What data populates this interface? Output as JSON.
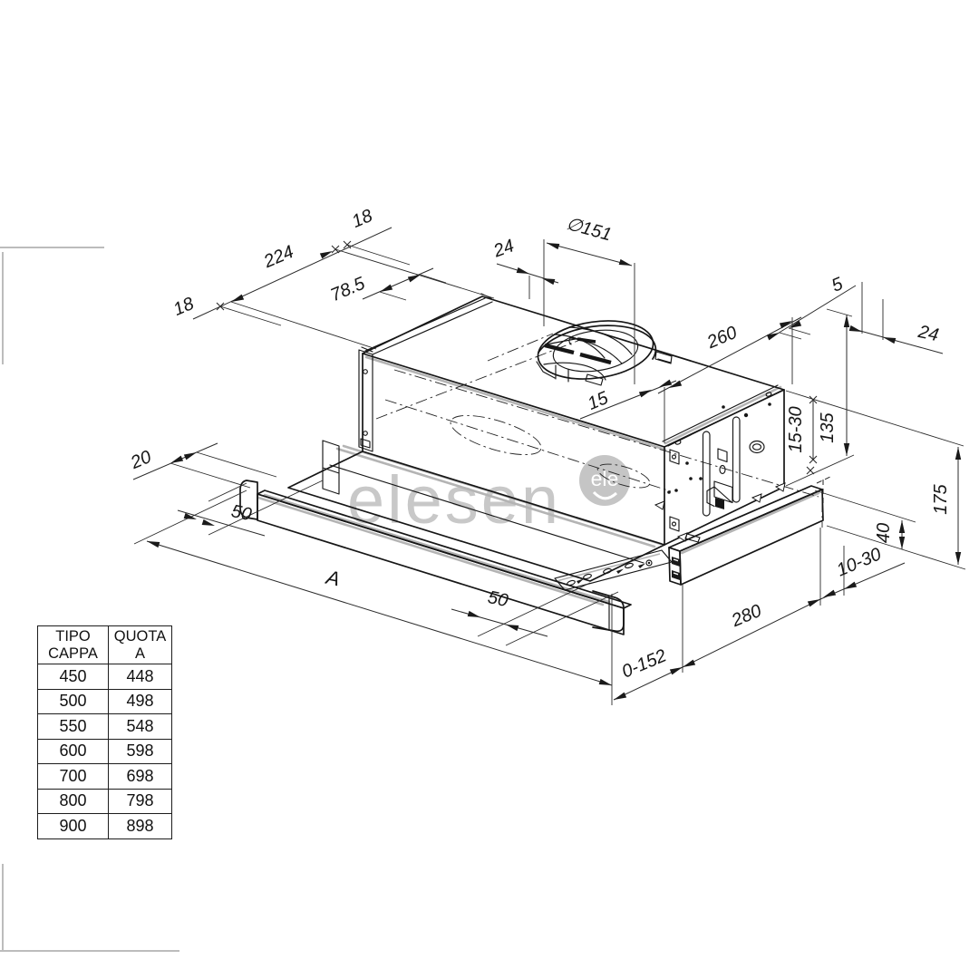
{
  "watermark": {
    "text": "elesen",
    "logo_text": "ele",
    "text_color": "#c8c8c8",
    "logo_color": "#c5c5c5"
  },
  "dims": {
    "d18_left": "18",
    "d224": "224",
    "d78_5": "78.5",
    "d18_top": "18",
    "d24_top": "24",
    "d151": "∅151",
    "d260": "260",
    "d5": "5",
    "d24_right": "24",
    "d15": "15",
    "d15_30": "15-30",
    "d135": "135",
    "d175": "175",
    "d40": "40",
    "d10_30": "10-30",
    "d280": "280",
    "d0_152": "0-152",
    "d50_bottom": "50",
    "dA": "A",
    "d50_left": "50",
    "d20": "20"
  },
  "table": {
    "headers": [
      "TIPO CAPPA",
      "QUOTA A"
    ],
    "rows": [
      [
        "450",
        "448"
      ],
      [
        "500",
        "498"
      ],
      [
        "550",
        "548"
      ],
      [
        "600",
        "598"
      ],
      [
        "700",
        "698"
      ],
      [
        "800",
        "798"
      ],
      [
        "900",
        "898"
      ]
    ]
  }
}
